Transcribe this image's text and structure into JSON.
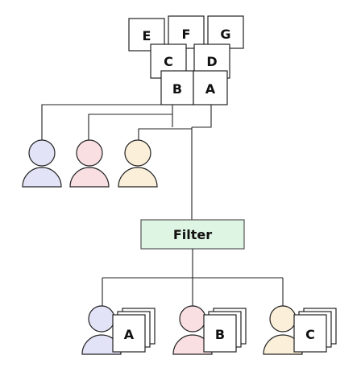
{
  "top_stack": {
    "row1": [
      "E",
      "F",
      "G"
    ],
    "row2": [
      "C",
      "D"
    ],
    "row3": [
      "B",
      "A"
    ]
  },
  "users_top": [
    {
      "fill": "#e3e3f8"
    },
    {
      "fill": "#f9dfe2"
    },
    {
      "fill": "#fbefd9"
    }
  ],
  "filter": {
    "label": "Filter",
    "fill": "#dff5e3",
    "stroke": "#555"
  },
  "outputs": [
    {
      "label": "A",
      "fill": "#e3e3f8"
    },
    {
      "label": "B",
      "fill": "#f9dfe2"
    },
    {
      "label": "C",
      "fill": "#fbefd9"
    }
  ]
}
